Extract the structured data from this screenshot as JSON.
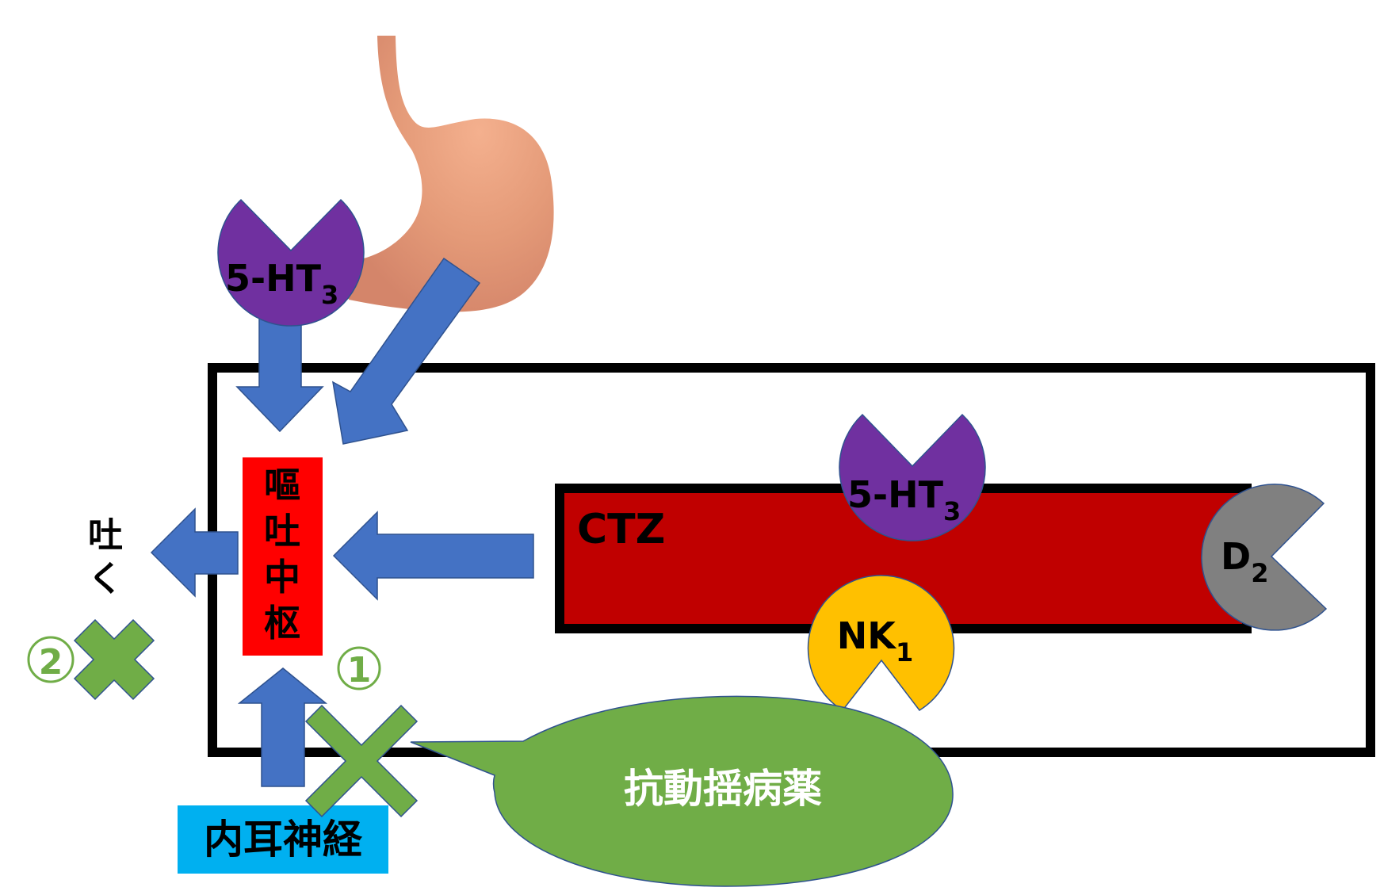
{
  "colors": {
    "arrow": "#4472C4",
    "arrow_stroke": "#2F528F",
    "receptor_5ht3": "#7030A0",
    "receptor_d2": "#808080",
    "receptor_nk1": "#FFC000",
    "ctz_fill": "#C00000",
    "vomit_center_fill": "#FF0000",
    "inner_ear_fill": "#00B0F0",
    "block_green": "#70AD47",
    "stomach": "#D9866A",
    "outline": "#000000"
  },
  "stomach": {
    "label": "stomach-illustration"
  },
  "receptors": {
    "gut_5ht3": {
      "main": "5-HT",
      "sub": "3"
    },
    "ctz_5ht3": {
      "main": "5-HT",
      "sub": "3"
    },
    "d2": {
      "main": "D",
      "sub": "2"
    },
    "nk1": {
      "main": "NK",
      "sub": "1"
    }
  },
  "ctz": {
    "label": "CTZ"
  },
  "vomit_center": {
    "chars": [
      "嘔",
      "吐",
      "中",
      "枢"
    ]
  },
  "vomit_output": {
    "chars": [
      "吐",
      "く"
    ]
  },
  "inner_ear": {
    "label": "内耳神経"
  },
  "drug_callout": {
    "label": "抗動揺病薬"
  },
  "block_markers": [
    {
      "number": "①",
      "meaning": "block inner ear nerve input"
    },
    {
      "number": "②",
      "meaning": "block vomiting output"
    }
  ]
}
